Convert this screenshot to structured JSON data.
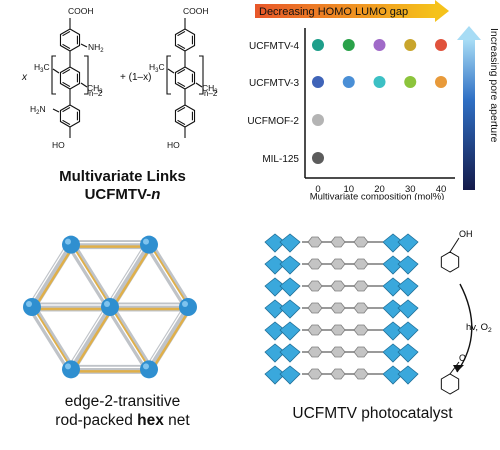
{
  "links": {
    "caption_line1": "Multivariate Links",
    "caption_line2_prefix": "UCFMTV-",
    "caption_line2_italic": "n",
    "coef_x": "x",
    "plus_text": "+ (1–x)",
    "cooh": "COOH",
    "ho": "HO",
    "nh2": "NH",
    "nh2_sub": "2",
    "h2n": "H",
    "h2n_mid": "2",
    "h2n_end": "N",
    "ch3_left": "H",
    "ch3_left_sub": "3",
    "ch3_left_end": "C",
    "ch3_right": "CH",
    "ch3_right_sub": "3",
    "repeat_label": "n–2"
  },
  "chart_data": {
    "type": "scatter",
    "title": "Decreasing HOMO LUMO gap",
    "xlabel": "Multivariate composition (mol%)",
    "ylabel": "Increasing pore aperture",
    "categories_y": [
      "MIL-125",
      "UCFMOF-2",
      "UCFMTV-3",
      "UCFMTV-4"
    ],
    "x_ticks": [
      "0",
      "10",
      "20",
      "30",
      "40"
    ],
    "points": [
      {
        "row": "UCFMTV-4",
        "x": 0,
        "color": "#1e9e8a"
      },
      {
        "row": "UCFMTV-4",
        "x": 10,
        "color": "#2aa24a"
      },
      {
        "row": "UCFMTV-4",
        "x": 20,
        "color": "#a06ac8"
      },
      {
        "row": "UCFMTV-4",
        "x": 30,
        "color": "#c9a52c"
      },
      {
        "row": "UCFMTV-4",
        "x": 40,
        "color": "#e0523c"
      },
      {
        "row": "UCFMTV-3",
        "x": 0,
        "color": "#3f64b8"
      },
      {
        "row": "UCFMTV-3",
        "x": 10,
        "color": "#4a8fd6"
      },
      {
        "row": "UCFMTV-3",
        "x": 20,
        "color": "#3cc0c4"
      },
      {
        "row": "UCFMTV-3",
        "x": 30,
        "color": "#8cc43c"
      },
      {
        "row": "UCFMTV-3",
        "x": 40,
        "color": "#e89a3a"
      },
      {
        "row": "UCFMOF-2",
        "x": 0,
        "color": "#b4b4b4"
      },
      {
        "row": "MIL-125",
        "x": 0,
        "color": "#5c5c5c"
      }
    ],
    "xlim": [
      -5,
      45
    ],
    "grid": false
  },
  "net": {
    "caption_line1": "edge-2-transitive",
    "caption_line2_prefix": "rod-packed ",
    "caption_line2_bold": "hex",
    "caption_line2_suffix": " net",
    "node_color": "#2f8fd0",
    "rod_color_gold": "#e0b04a",
    "rod_color_gray": "#bfc3c8"
  },
  "photo": {
    "caption": "UCFMTV photocatalyst",
    "oh_label": "OH",
    "conditions": "hv, O",
    "conditions_sub": "2",
    "o_label": "O",
    "cluster_color": "#3aa8dc"
  }
}
